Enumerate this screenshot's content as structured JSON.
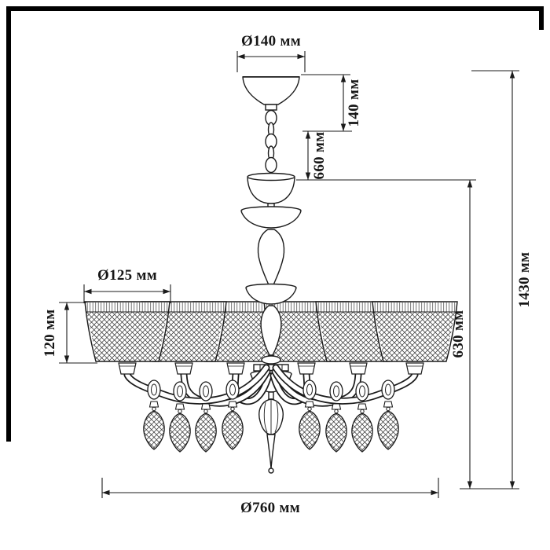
{
  "labels": {
    "canopy_diameter": "Ø140 мм",
    "canopy_height": "140 мм",
    "suspension_length": "660 мм",
    "total_height": "1430 мм",
    "body_height": "630 мм",
    "shade_diameter": "Ø125 мм",
    "shade_height": "120 мм",
    "overall_diameter": "Ø760 мм"
  },
  "colors": {
    "background": "#ffffff",
    "frame": "#000000",
    "line": "#1b1b1b",
    "text": "#161616"
  }
}
